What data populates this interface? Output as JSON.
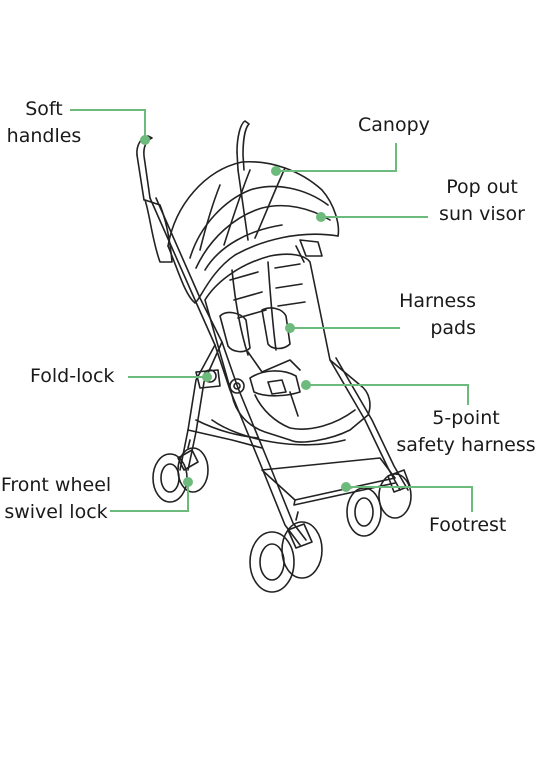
{
  "accent_color": "#6dba7d",
  "line_color": "#222222",
  "labels": {
    "soft_handles": [
      "Soft",
      "handles"
    ],
    "canopy": [
      "Canopy"
    ],
    "pop_out_sun_visor": [
      "Pop out",
      "sun visor"
    ],
    "harness_pads": [
      "Harness",
      "pads"
    ],
    "fold_lock": [
      "Fold-lock"
    ],
    "five_point_harness": [
      "5-point",
      "safety harness"
    ],
    "front_wheel_swivel_lock": [
      "Front wheel",
      "swivel lock"
    ],
    "footrest": [
      "Footrest"
    ]
  }
}
